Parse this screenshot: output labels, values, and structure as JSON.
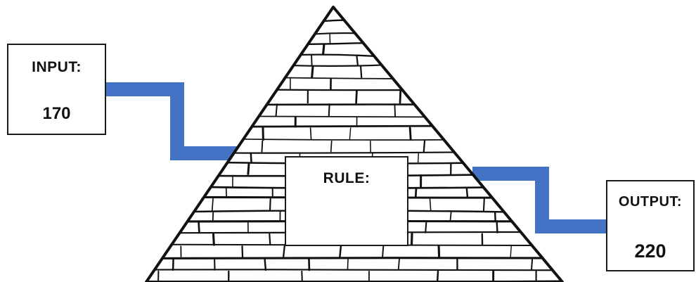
{
  "input": {
    "label": "INPUT:",
    "value": "170"
  },
  "rule": {
    "label": "RULE:",
    "value": ""
  },
  "output": {
    "label": "OUTPUT:",
    "value": "220"
  },
  "colors": {
    "connector": "#4472c4",
    "outline": "#1a1a1a",
    "background": "#ffffff"
  }
}
